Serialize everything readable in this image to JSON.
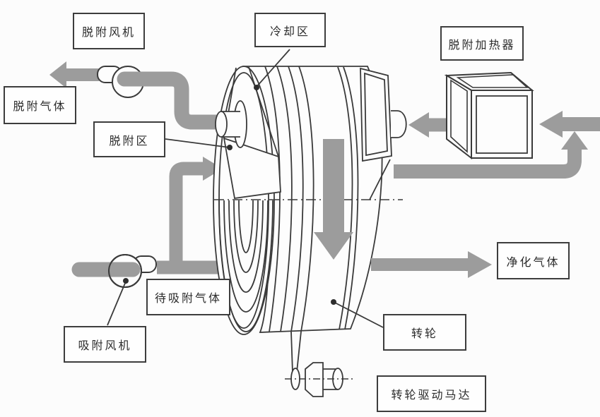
{
  "diagram": {
    "colors": {
      "flow_arrow": "#9c9c9c",
      "line": "#3a3a3a",
      "background": "#fcfcfc",
      "label_text": "#2b2b2b"
    },
    "labels": {
      "desorption_fan": "脱附风机",
      "cooling_zone": "冷却区",
      "desorption_heater": "脱附加热器",
      "desorption_gas": "脱附气体",
      "desorption_zone": "脱附区",
      "gas_to_adsorb": "待吸附气体",
      "adsorption_fan": "吸附风机",
      "purified_gas": "净化气体",
      "rotor_wheel": "转轮",
      "wheel_drive_motor": "转轮驱动马达"
    },
    "icons": [
      "desorption-fan-icon",
      "adsorption-fan-icon",
      "heater-cube-icon",
      "rotor-wheel-drawing",
      "belt-drawing",
      "drive-motor-drawing"
    ]
  }
}
